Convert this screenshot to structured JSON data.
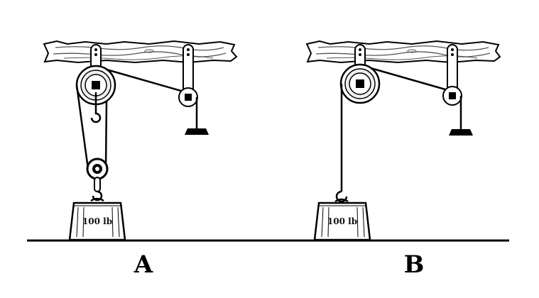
{
  "panels": [
    {
      "label": "A",
      "weight_label": "100 lb",
      "pulley_system": "block-and-tackle with movable pulley"
    },
    {
      "label": "B",
      "weight_label": "100 lb",
      "pulley_system": "single fixed pulley"
    }
  ],
  "colors": {
    "ink": "#000000",
    "background": "#ffffff",
    "wood_grain": "#555555"
  }
}
